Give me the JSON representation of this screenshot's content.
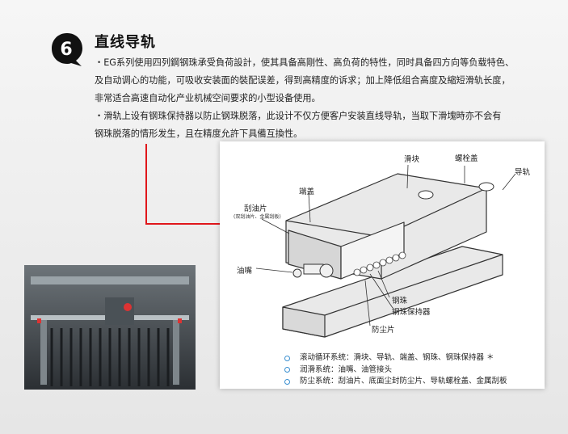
{
  "badge": {
    "number": "6"
  },
  "heading": {
    "title": "直线导轨"
  },
  "paragraphs": {
    "p1": [
      "・EG系列使用四列鋼钢珠承受負荷設計，使其具备高剛性、高负荷的特性，同时具备四方向等负载特色、",
      "及自动调心的功能，可吸收安装面的裝配误差，得到高精度的诉求；加上降低组合高度及縮短滑轨长度，",
      "非常适合高速自动化产业机械空间要求的小型设备使用。"
    ],
    "p2": [
      "・滑轨上设有钢珠保持器以防止钢珠脱落，此设计不仅方便客户安装直线导轨，当取下滑塊時亦不会有",
      "钢珠脱落的情形发生，且在精度允許下具備互換性。"
    ]
  },
  "diagram": {
    "labels": {
      "slider": "滑块",
      "bolt_cover": "螺栓盖",
      "guide_rail": "导轨",
      "end_cap": "端盖",
      "scraper": "刮油片",
      "scraper_sub": "(双刮油片、金属刮板)",
      "oil_nozzle": "油嘴",
      "steel_ball": "钢珠",
      "ball_retainer": "钢珠保持器",
      "dust_seal": "防尘片"
    },
    "legend": [
      "滚动循环系统：滑块、导轨、端盖、钢珠、钢珠保持器 ＊",
      "润滑系统：油嘴、油管接头",
      "防尘系统：刮油片、底面尘封防尘片、导轨螺栓盖、金属刮板"
    ]
  },
  "colors": {
    "accent_red": "#e0161b",
    "legend_dot": "#3a8fd0",
    "badge_black": "#111111"
  }
}
